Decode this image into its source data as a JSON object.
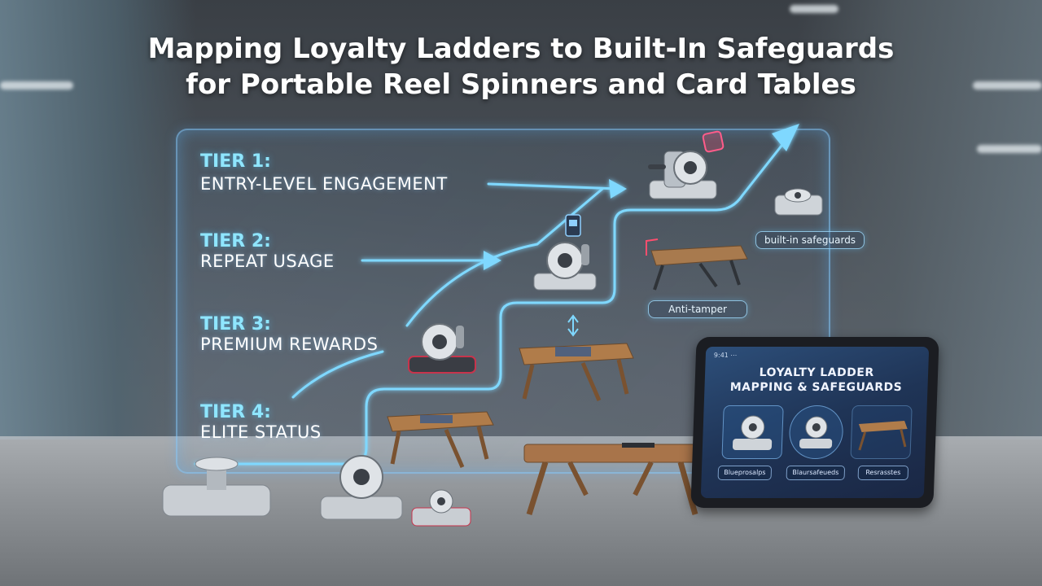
{
  "title": {
    "line1": "Mapping Loyalty Ladders to Built-In Safeguards",
    "line2": "for Portable Reel Spinners and Card Tables"
  },
  "tiers": [
    {
      "label": "TIER 1:",
      "desc": "ENTRY-LEVEL ENGAGEMENT"
    },
    {
      "label": "TIER 2:",
      "desc": "REPEAT USAGE"
    },
    {
      "label": "TIER 3:",
      "desc": "PREMIUM REWARDS"
    },
    {
      "label": "TIER 4:",
      "desc": "ELITE STATUS"
    }
  ],
  "callouts": {
    "builtin": "built-in safeguards",
    "antitamper": "Anti-tamper"
  },
  "tablet": {
    "status": "9:41  ⋯",
    "title_line1": "LOYALTY LADDER",
    "title_line2": "MAPPING & SAFEGUARDS",
    "buttons": [
      "Blueprosalps",
      "Blaursafeueds",
      "Resrasstes"
    ]
  },
  "colors": {
    "accent": "#8fe6ff",
    "glow": "#6fd0ff",
    "text": "#ffffff"
  }
}
